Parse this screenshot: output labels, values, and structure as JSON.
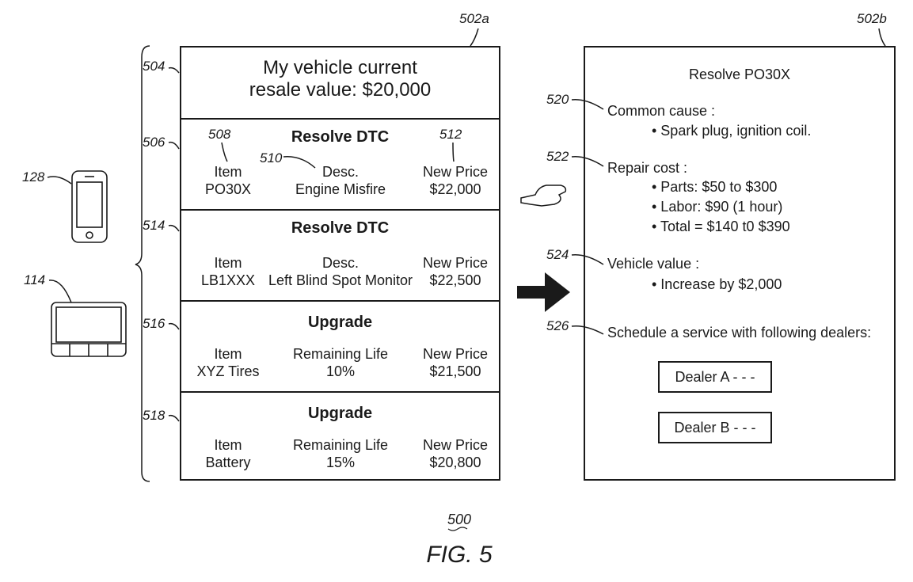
{
  "refs": {
    "screen_a": "502a",
    "screen_b": "502b",
    "phone": "128",
    "tablet": "114",
    "r504": "504",
    "r506": "506",
    "r508": "508",
    "r510": "510",
    "r512": "512",
    "r514": "514",
    "r516": "516",
    "r518": "518",
    "r520": "520",
    "r522": "522",
    "r524": "524",
    "r526": "526"
  },
  "screen_a": {
    "resale_line1": "My vehicle current",
    "resale_line2": "resale value: $20,000",
    "rows": [
      {
        "title": "Resolve DTC",
        "col1_head": "Item",
        "col1_val": "PO30X",
        "col2_head": "Desc.",
        "col2_val": "Engine Misfire",
        "col3_head": "New Price",
        "col3_val": "$22,000"
      },
      {
        "title": "Resolve DTC",
        "col1_head": "Item",
        "col1_val": "LB1XXX",
        "col2_head": "Desc.",
        "col2_val": "Left Blind Spot Monitor",
        "col3_head": "New Price",
        "col3_val": "$22,500"
      },
      {
        "title": "Upgrade",
        "col1_head": "Item",
        "col1_val": "XYZ Tires",
        "col2_head": "Remaining Life",
        "col2_val": "10%",
        "col3_head": "New Price",
        "col3_val": "$21,500"
      },
      {
        "title": "Upgrade",
        "col1_head": "Item",
        "col1_val": "Battery",
        "col2_head": "Remaining Life",
        "col2_val": "15%",
        "col3_head": "New Price",
        "col3_val": "$20,800"
      }
    ]
  },
  "screen_b": {
    "title": "Resolve PO30X",
    "common_cause_label": "Common cause :",
    "common_cause_item": "• Spark plug, ignition coil.",
    "repair_cost_label": "Repair cost :",
    "repair_parts": "• Parts: $50 to $300",
    "repair_labor": "• Labor: $90 (1 hour)",
    "repair_total": "• Total = $140 t0 $390",
    "vehicle_value_label": "Vehicle value :",
    "vehicle_value_item": "• Increase by $2,000",
    "schedule_label": "Schedule a service with following dealers:",
    "dealer_a": "Dealer A - - -",
    "dealer_b": "Dealer B - - -"
  },
  "figure": {
    "number": "500",
    "caption": "FIG. 5"
  },
  "icons": [
    "phone-icon",
    "tablet-icon",
    "hand-pointer-icon",
    "right-arrow-icon",
    "brace-icon"
  ]
}
